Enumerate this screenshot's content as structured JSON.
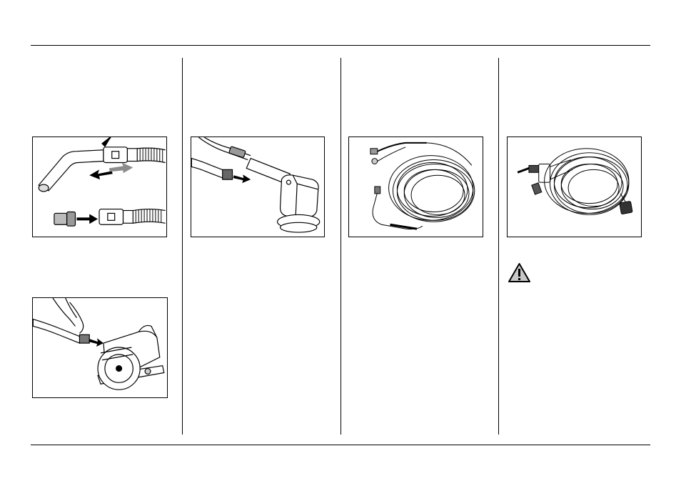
{
  "page": {
    "columns": [
      {
        "figures": [
          "hose-handle-release",
          "hose-adapter-to-circular-saw"
        ]
      },
      {
        "figures": [
          "hose-to-orbital-sander"
        ]
      },
      {
        "figures": [
          "hose-with-power-cable"
        ]
      },
      {
        "figures": [
          "coiled-hose-with-adapter"
        ],
        "notices": [
          "warning-triangle"
        ]
      }
    ]
  },
  "icons": {
    "warning": "warning-triangle-icon"
  },
  "colors": {
    "line": "#000000",
    "arrow_grey": "#8c8c8c",
    "background": "#ffffff"
  }
}
